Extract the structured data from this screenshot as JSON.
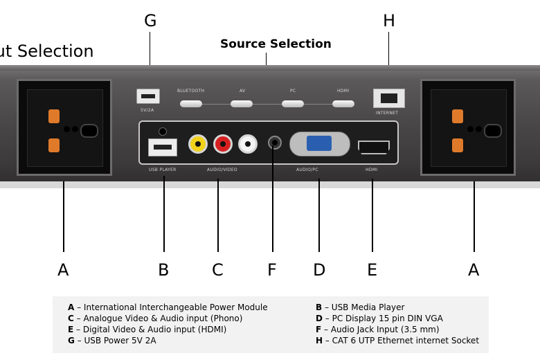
{
  "titles": {
    "left_partial": "out Selection",
    "source_selection": "Source Selection"
  },
  "top_labels": {
    "g": "G",
    "h": "H"
  },
  "panel_labels": {
    "usb_power": "5V/2A",
    "bluetooth": "BLUETOOTH",
    "av": "AV",
    "pc": "PC",
    "hdmi": "HDMI",
    "internet": "INTERNET",
    "usb_player": "USB PLAYER",
    "audio_video": "AUDIO/VIDEO",
    "audio_pc": "AUDIO/PC",
    "hdmi_bottom": "HDMI"
  },
  "callouts": [
    "A",
    "B",
    "C",
    "F",
    "D",
    "E",
    "A"
  ],
  "legend": [
    {
      "letter": "A",
      "text": " – International Interchangeable Power Module"
    },
    {
      "letter": "B",
      "text": " – USB Media Player"
    },
    {
      "letter": "C",
      "text": " – Analogue Video & Audio input (Phono)"
    },
    {
      "letter": "D",
      "text": " – PC Display 15 pin DIN VGA"
    },
    {
      "letter": "E",
      "text": " – Digital Video & Audio input (HDMI)"
    },
    {
      "letter": "F",
      "text": " – Audio Jack Input (3.5 mm)"
    },
    {
      "letter": "G",
      "text": " – USB Power 5V 2A"
    },
    {
      "letter": "H",
      "text": " – CAT 6 UTP Ethernet internet Socket"
    }
  ],
  "colors": {
    "socket_pins": "#e07a2b",
    "rca_yellow": "#f2d21a",
    "rca_red": "#d62020",
    "rca_white": "#f4f4f4",
    "vga_blue": "#2a5fb0"
  }
}
